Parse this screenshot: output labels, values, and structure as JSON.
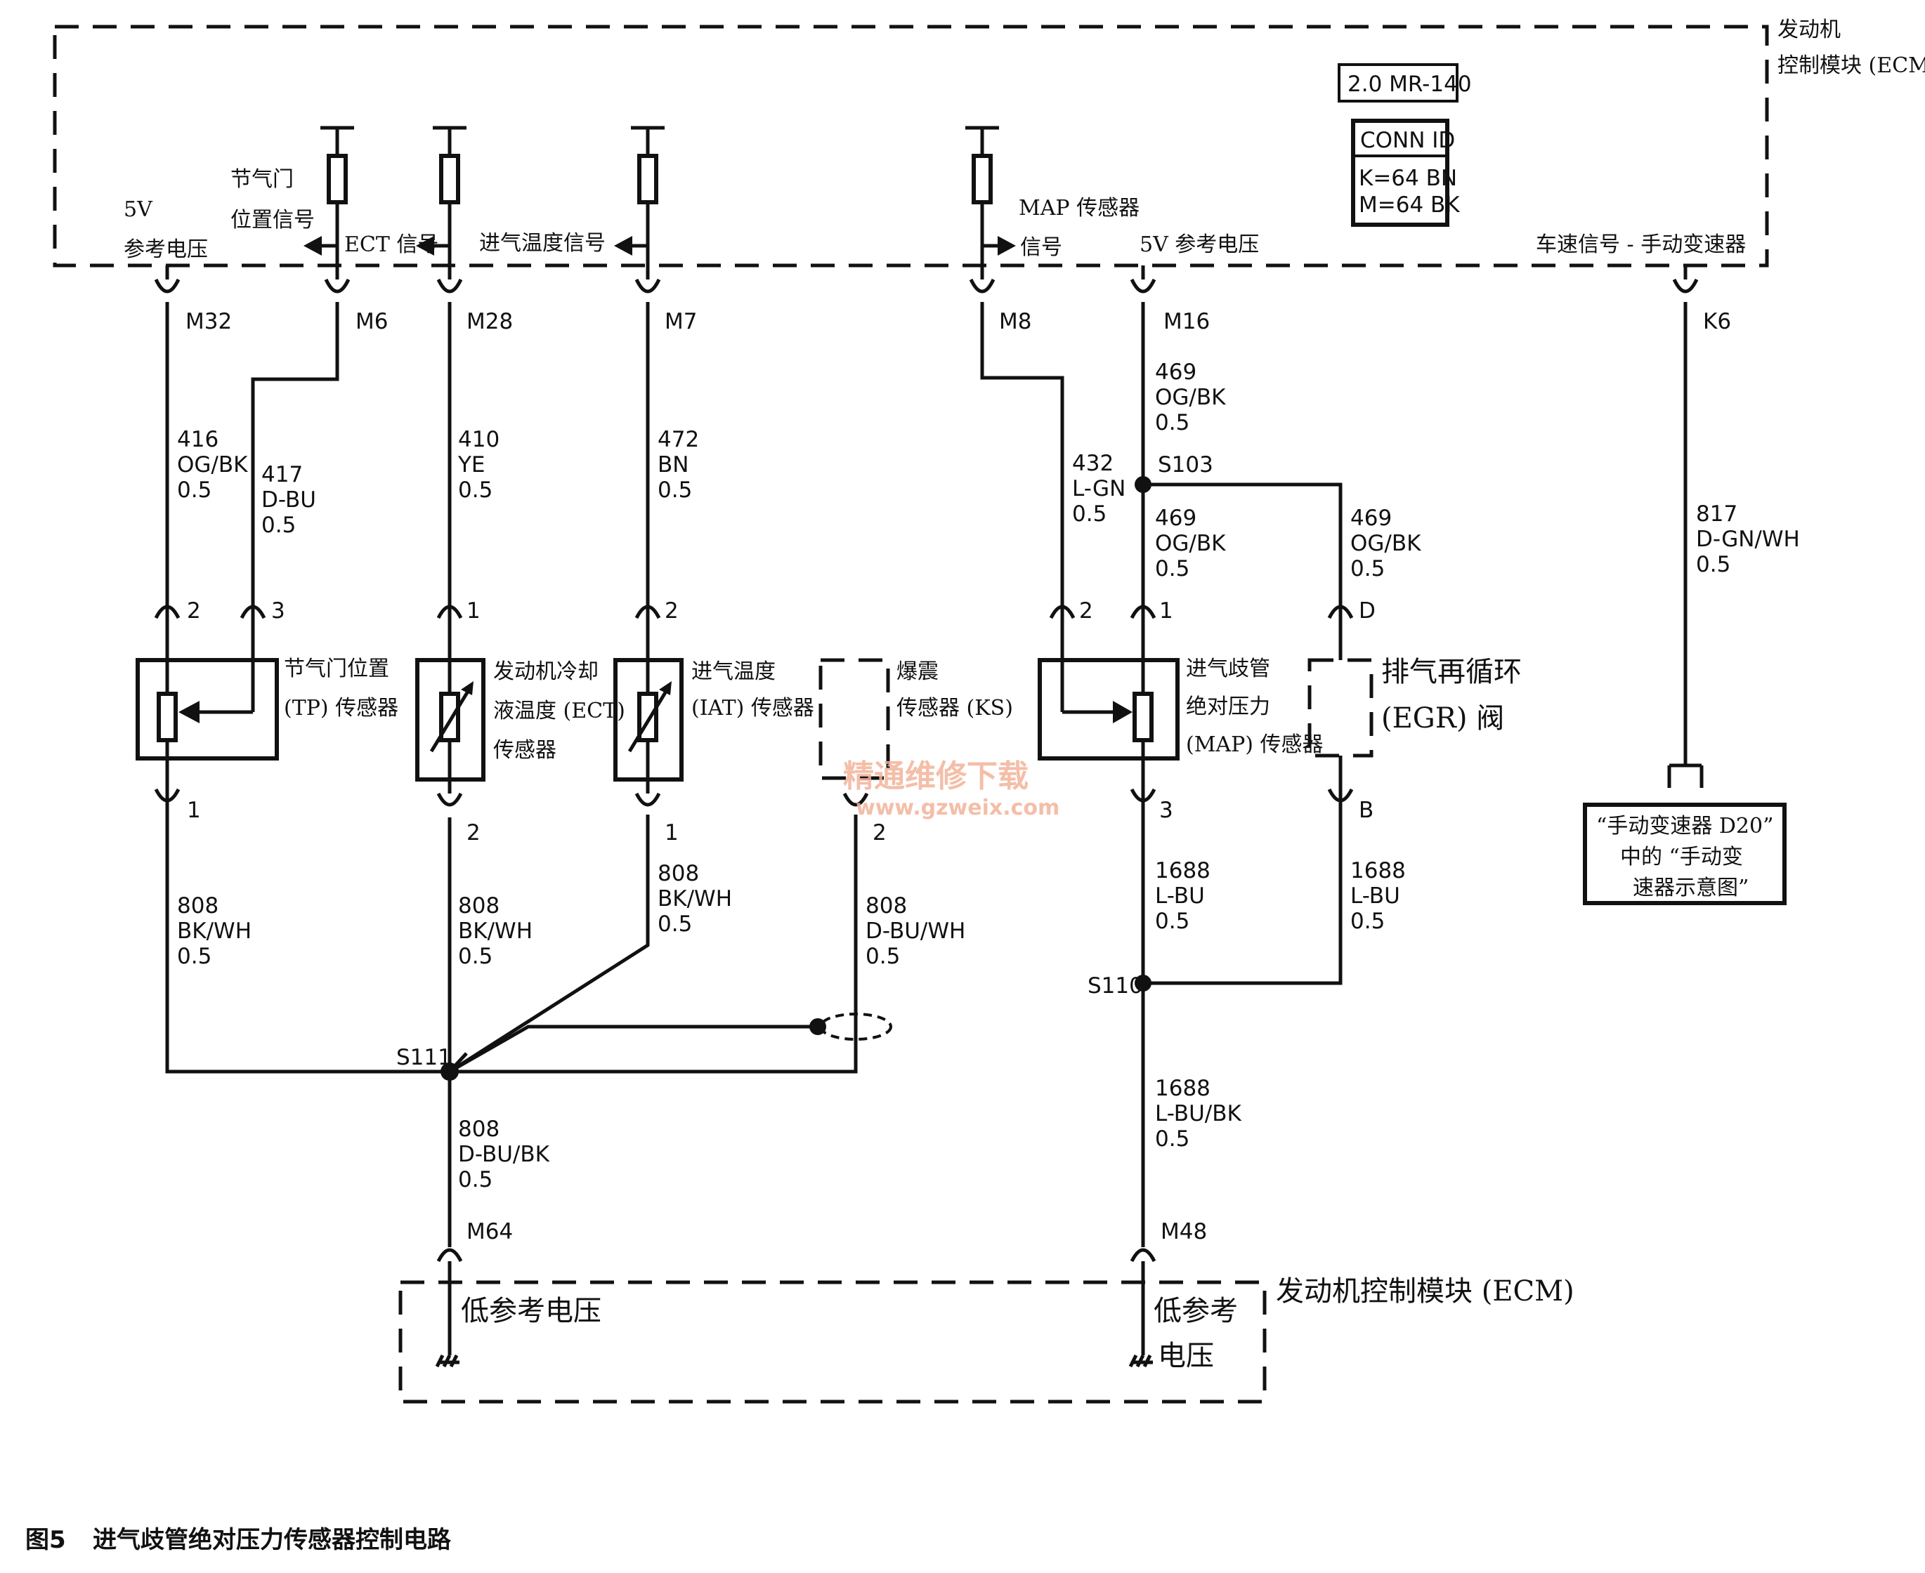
{
  "ecm_top": {
    "name_line1": "发动机",
    "name_line2": "控制模块 (ECM)",
    "model_box": "2.0 MR-140",
    "conn_id_title": "CONN ID",
    "conn_id_k": "K=64 BN",
    "conn_id_m": "M=64 BK",
    "sig_5v_a": "5V",
    "sig_5v_b": "参考电压",
    "sig_tp_a": "节气门",
    "sig_tp_b": "位置信号",
    "sig_ect": "ECT 信号",
    "sig_iat": "进气温度信号",
    "sig_map_a": "MAP 传感器",
    "sig_map_b": "信号",
    "sig_5v_ref2": "5V 参考电压",
    "sig_vss": "车速信号 - 手动变速器"
  },
  "pins_top": [
    "M32",
    "M6",
    "M28",
    "M7",
    "M8",
    "M16",
    "K6"
  ],
  "wires": {
    "w416": [
      "416",
      "OG/BK",
      "0.5"
    ],
    "w417": [
      "417",
      "D-BU",
      "0.5"
    ],
    "w410": [
      "410",
      "YE",
      "0.5"
    ],
    "w472": [
      "472",
      "BN",
      "0.5"
    ],
    "w432": [
      "432",
      "L-GN",
      "0.5"
    ],
    "w469a": [
      "469",
      "OG/BK",
      "0.5"
    ],
    "w469b": [
      "469",
      "OG/BK",
      "0.5"
    ],
    "w469c": [
      "469",
      "OG/BK",
      "0.5"
    ],
    "w817": [
      "817",
      "D-GN/WH",
      "0.5"
    ],
    "w808a": [
      "808",
      "BK/WH",
      "0.5"
    ],
    "w808b": [
      "808",
      "BK/WH",
      "0.5"
    ],
    "w808c": [
      "808",
      "BK/WH",
      "0.5"
    ],
    "w808d": [
      "808",
      "D-BU/WH",
      "0.5"
    ],
    "w808e": [
      "808",
      "D-BU/BK",
      "0.5"
    ],
    "w1688a": [
      "1688",
      "L-BU",
      "0.5"
    ],
    "w1688b": [
      "1688",
      "L-BU",
      "0.5"
    ],
    "w1688c": [
      "1688",
      "L-BU/BK",
      "0.5"
    ]
  },
  "splices": [
    "S103",
    "S110",
    "S111"
  ],
  "sensors": {
    "tp_a": "节气门位置",
    "tp_b": "(TP) 传感器",
    "ect_a": "发动机冷却",
    "ect_b": "液温度 (ECT)",
    "ect_c": "传感器",
    "iat_a": "进气温度",
    "iat_b": "(IAT) 传感器",
    "ks_a": "爆震",
    "ks_b": "传感器 (KS)",
    "map_a": "进气歧管",
    "map_b": "绝对压力",
    "map_c": "(MAP) 传感器",
    "egr_a": "排气再循环",
    "egr_b": "(EGR) 阀"
  },
  "sensor_pins": {
    "tp_top1": "2",
    "tp_top2": "3",
    "tp_bot": "1",
    "ect_top": "1",
    "ect_bot": "2",
    "iat_top": "2",
    "iat_bot": "1",
    "ks_bot": "2",
    "map_top1": "2",
    "map_top2": "1",
    "map_bot": "3",
    "egr_top": "D",
    "egr_bot": "B"
  },
  "ref_box": {
    "line1": "“手动变速器 D20”",
    "line2": "中的 “手动变",
    "line3": "速器示意图”"
  },
  "pins_bottom": [
    "M64",
    "M48"
  ],
  "ecm_bottom": {
    "name": "发动机控制模块 (ECM)",
    "low_ref_a": "低参考电压",
    "low_ref_b1": "低参考",
    "low_ref_b2": "电压"
  },
  "watermark": {
    "cn": "精通维修下载",
    "url": "www.gzweix.com"
  },
  "caption": {
    "figure": "图5",
    "title": "进气歧管绝对压力传感器控制电路"
  }
}
